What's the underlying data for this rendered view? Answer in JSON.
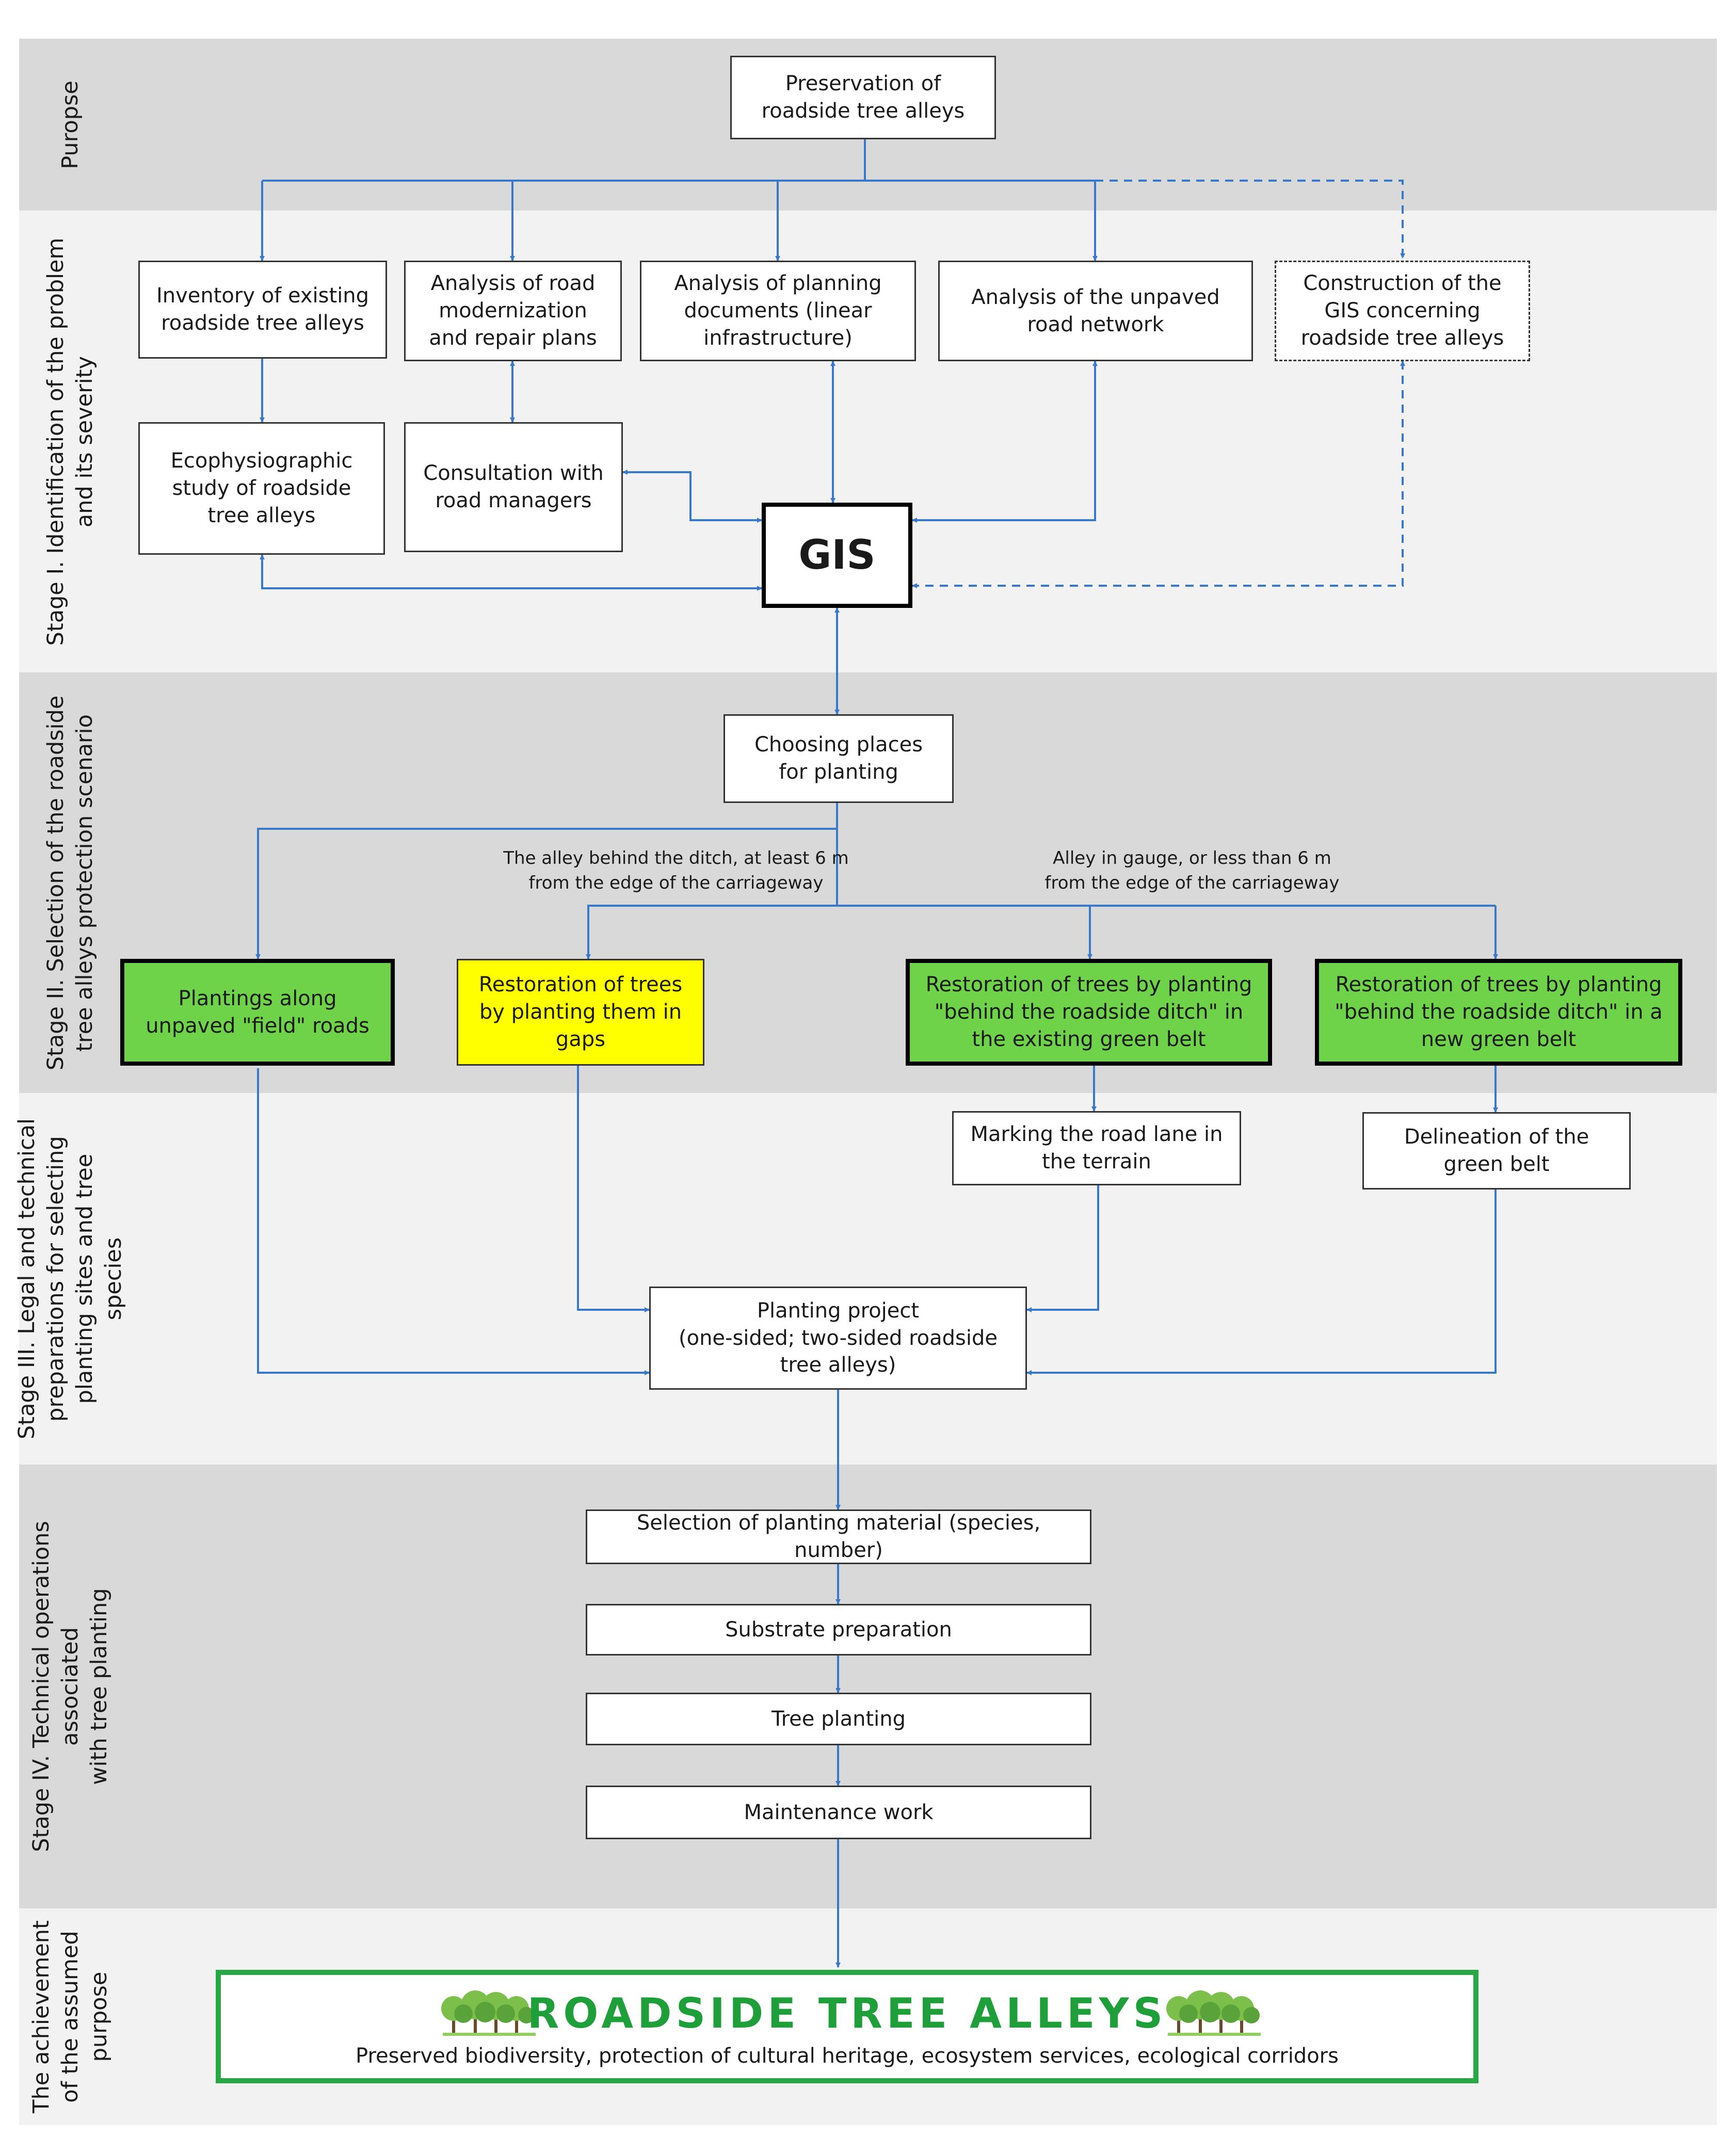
{
  "stages": {
    "purpose": "Puropse",
    "stage1": [
      "Stage I. Identification of the problem",
      "and its severity"
    ],
    "stage2": [
      "Stage II. Selection of the roadside",
      "tree alleys protection scenario"
    ],
    "stage3": [
      "Stage III. Legal and technical",
      "preparations for selecting",
      "planting sites and tree",
      "species"
    ],
    "stage4": [
      "Stage IV. Technical operations",
      "associated",
      "with tree planting"
    ],
    "achievement": [
      "The achievement",
      "of the assumed",
      "purpose"
    ]
  },
  "boxes": {
    "preservation": [
      "Preservation of",
      "roadside tree alleys"
    ],
    "inventory": [
      "Inventory of existing",
      "roadside tree alleys"
    ],
    "road_modernization": [
      "Analysis of road",
      "modernization",
      "and repair plans"
    ],
    "planning_docs": [
      "Analysis of planning",
      "documents (linear",
      "infrastructure)"
    ],
    "unpaved_network": [
      "Analysis of the unpaved",
      "road network"
    ],
    "gis_construction": [
      "Construction of the",
      "GIS concerning",
      "roadside tree alleys"
    ],
    "ecophysiographic": [
      "Ecophysiographic",
      "study of roadside",
      "tree alleys"
    ],
    "consultation": [
      "Consultation with",
      "road managers"
    ],
    "gis": "GIS",
    "choosing_places": [
      "Choosing places",
      "for planting"
    ],
    "plantings_field_roads": [
      "Plantings along",
      "unpaved \"field\" roads"
    ],
    "restoration_gaps": [
      "Restoration of trees",
      "by planting them in",
      "gaps"
    ],
    "restoration_existing_belt": [
      "Restoration of trees by planting",
      "\"behind the roadside ditch\" in",
      "the existing green belt"
    ],
    "restoration_new_belt": [
      "Restoration of trees by planting",
      "\"behind the roadside ditch\" in a",
      "new green belt"
    ],
    "marking_lane": [
      "Marking the road lane in",
      "the terrain"
    ],
    "delineation": [
      "Delineation of the",
      "green belt"
    ],
    "planting_project": [
      "Planting project",
      "(one-sided; two-sided roadside",
      "tree alleys)"
    ],
    "selection_material": "Selection of planting material (species, number)",
    "substrate": "Substrate preparation",
    "tree_planting": "Tree planting",
    "maintenance": "Maintenance work"
  },
  "scenario_labels": {
    "behind_ditch": [
      "The alley behind the ditch, at least 6 m",
      "from the edge of the carriageway"
    ],
    "in_gauge": [
      "Alley in gauge, or less than 6 m",
      "from the edge of the carriageway"
    ]
  },
  "final": {
    "title": "ROADSIDE TREE ALLEYS",
    "subtitle": "Preserved biodiversity, protection of cultural heritage, ecosystem services, ecological corridors"
  },
  "colors": {
    "arrow": "#3a78c9",
    "green_fill": "#6fd34a",
    "yellow_fill": "#ffff00",
    "final_border": "#28a745",
    "band_dark": "#d9d9d9",
    "band_light": "#f2f2f2"
  },
  "icons": [
    "tree-cluster-icon"
  ]
}
